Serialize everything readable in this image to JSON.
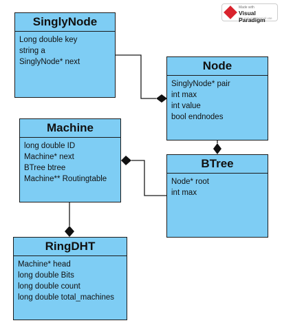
{
  "classes": {
    "singly_node": {
      "name": "SinglyNode",
      "attributes": [
        "Long double key",
        "string a",
        "SinglyNode* next"
      ]
    },
    "node": {
      "name": "Node",
      "attributes": [
        "SinglyNode* pair",
        "int max",
        "int value",
        "bool endnodes"
      ]
    },
    "machine": {
      "name": "Machine",
      "attributes": [
        "long double ID",
        "Machine* next",
        "BTree btree",
        "Machine** Routingtable"
      ]
    },
    "btree": {
      "name": "BTree",
      "attributes": [
        "Node* root",
        "int max"
      ]
    },
    "ring_dht": {
      "name": "RingDHT",
      "attributes": [
        "Machine* head",
        "long double Bits",
        "long double count",
        "long double total_machines"
      ]
    }
  },
  "relations": [
    {
      "from": "SinglyNode",
      "to": "Node",
      "type": "composition"
    },
    {
      "from": "Node",
      "to": "BTree",
      "type": "composition"
    },
    {
      "from": "BTree",
      "to": "Machine",
      "type": "composition"
    },
    {
      "from": "Machine",
      "to": "RingDHT",
      "type": "composition"
    }
  ],
  "watermark": {
    "line1": "Made with",
    "brand": "Visual Paradigm",
    "line3": "For non-commercial use"
  },
  "colors": {
    "class_fill": "#7ecdf4",
    "stroke": "#1a1a1a",
    "brand_red": "#d9232d"
  }
}
